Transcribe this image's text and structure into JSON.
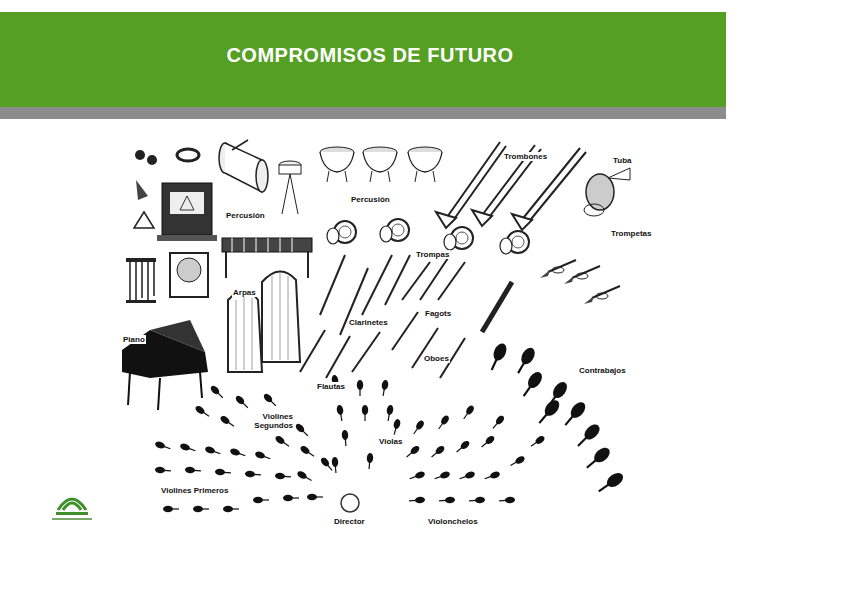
{
  "diagram": {
    "title": "COMPROMISOS DE FUTURO",
    "labels": [
      "Trombones",
      "Tuba",
      "Percusión",
      "Percusión",
      "Trompetas",
      "Trompas",
      "Arpas",
      "Fagots",
      "Clarinetes",
      "Piano",
      "Oboes",
      "Contrabajos",
      "Flautas",
      "Violines Segundos",
      "Violas",
      "Violines Primeros",
      "Director",
      "Violonchelos"
    ]
  }
}
